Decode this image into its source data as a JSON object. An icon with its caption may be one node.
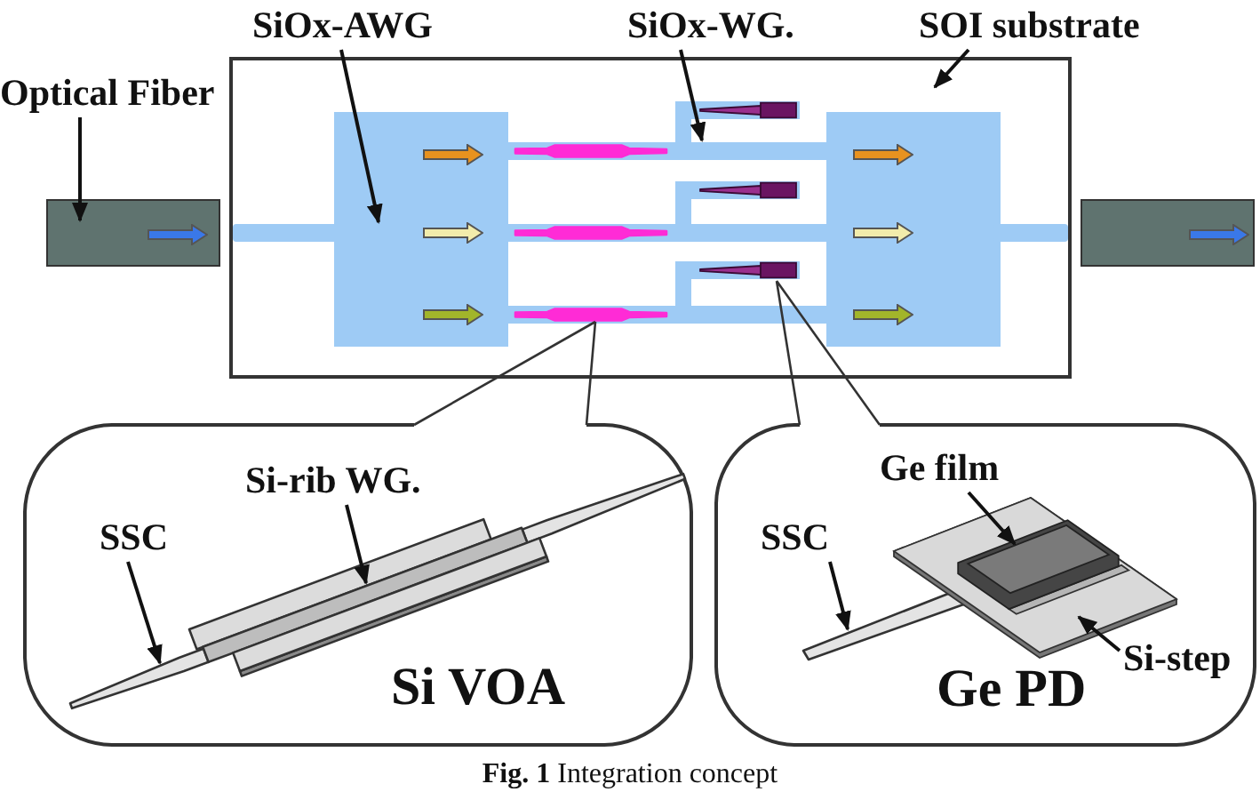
{
  "diagram": {
    "caption": "**Fig. 1** Integration concept",
    "nodes": [
      {
        "text": [
          "SiOx-AWG"
        ]
      },
      {
        "text": [
          "SiOx-WG."
        ]
      },
      {
        "text": [
          "SOI substrate"
        ]
      },
      {
        "text": [
          "Optical Fiber"
        ]
      },
      {
        "text": [],
        "shape": "box"
      },
      {
        "text": [],
        "shape": "box"
      },
      {
        "text": [],
        "shape": "bar",
        "in": 5
      },
      {
        "text": [],
        "shape": "box",
        "in": 5
      },
      {
        "text": [],
        "shape": "bar",
        "in": 5
      },
      {
        "text": [],
        "shape": "bar",
        "in": 5
      },
      {
        "text": [],
        "shape": "bar",
        "in": 5
      },
      {
        "text": [],
        "shape": "bar",
        "in": 8
      },
      {
        "text": [],
        "shape": "bar",
        "in": 9
      },
      {
        "text": [],
        "shape": "bar",
        "in": 10
      },
      {
        "text": [],
        "shape": "box",
        "in": 5
      },
      {
        "text": [],
        "shape": "box",
        "in": 5
      },
      {
        "text": [],
        "shape": "box",
        "in": 5
      },
      {
        "text": [],
        "shape": "box",
        "in": 5
      },
      {
        "text": [],
        "shape": "bar",
        "in": 5
      },
      {
        "text": [],
        "shape": "box"
      },
      {
        "text": [
          "Si VOA"
        ]
      },
      {
        "text": [
          "Si-rib WG."
        ],
        "in": 20
      },
      {
        "text": [
          "SSC"
        ],
        "in": 20
      },
      {
        "text": [],
        "shape": "bar",
        "in": 20
      },
      {
        "text": [],
        "shape": "bar",
        "in": 20
      },
      {
        "text": [],
        "shape": "bar",
        "in": 20
      },
      {
        "text": [
          "Ge PD"
        ]
      },
      {
        "text": [
          "Ge film"
        ],
        "in": 26
      },
      {
        "text": [
          "SSC"
        ],
        "in": 26
      },
      {
        "text": [
          "Si-step"
        ],
        "in": 26
      },
      {
        "text": [],
        "shape": "box",
        "in": 26
      },
      {
        "text": [],
        "shape": "box",
        "in": 30
      },
      {
        "text": [],
        "shape": "bar",
        "in": 26
      }
    ],
    "edges": [
      {
        "from": 0,
        "to": 7,
        "arrow": "to"
      },
      {
        "from": 1,
        "to": 8,
        "arrow": "to"
      },
      {
        "from": 2,
        "to": 5,
        "arrow": "to"
      },
      {
        "from": 3,
        "to": 4,
        "arrow": "to"
      },
      {
        "from": 20,
        "to": 13,
        "arrow": "none"
      },
      {
        "from": 26,
        "to": 16,
        "arrow": "none"
      },
      {
        "from": 21,
        "to": 23,
        "arrow": "to"
      },
      {
        "from": 22,
        "to": 24,
        "arrow": "to"
      },
      {
        "from": 27,
        "to": 31,
        "arrow": "to"
      },
      {
        "from": 28,
        "to": 32,
        "arrow": "to"
      },
      {
        "from": 29,
        "to": 30,
        "arrow": "to"
      }
    ]
  }
}
